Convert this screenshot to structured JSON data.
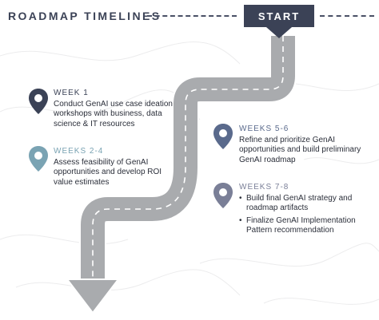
{
  "header": {
    "title": "ROADMAP TIMELINES",
    "start_label": "START"
  },
  "milestones": [
    {
      "week": "WEEK 1",
      "color": "#3b4256",
      "text": "Conduct GenAI use case ideation workshops with business, data science & IT resources"
    },
    {
      "week": "WEEKS 2-4",
      "color": "#7aa3b3",
      "text": "Assess feasibility of GenAI opportunities and develop ROI value estimates"
    },
    {
      "week": "WEEKS 5-6",
      "color": "#5a6a8c",
      "text": "Refine and prioritize GenAI opportunities and build preliminary GenAI roadmap"
    },
    {
      "week": "WEEKS 7-8",
      "color": "#7a7f97",
      "bullets": [
        "Build final GenAI strategy and roadmap artifacts",
        "Finalize GenAI Implementation Pattern recommendation"
      ]
    }
  ],
  "colors": {
    "road": "#a9abae",
    "road_edge": "#ffffff",
    "background_contours": "#ececed",
    "dark_navy": "#3b4256"
  }
}
